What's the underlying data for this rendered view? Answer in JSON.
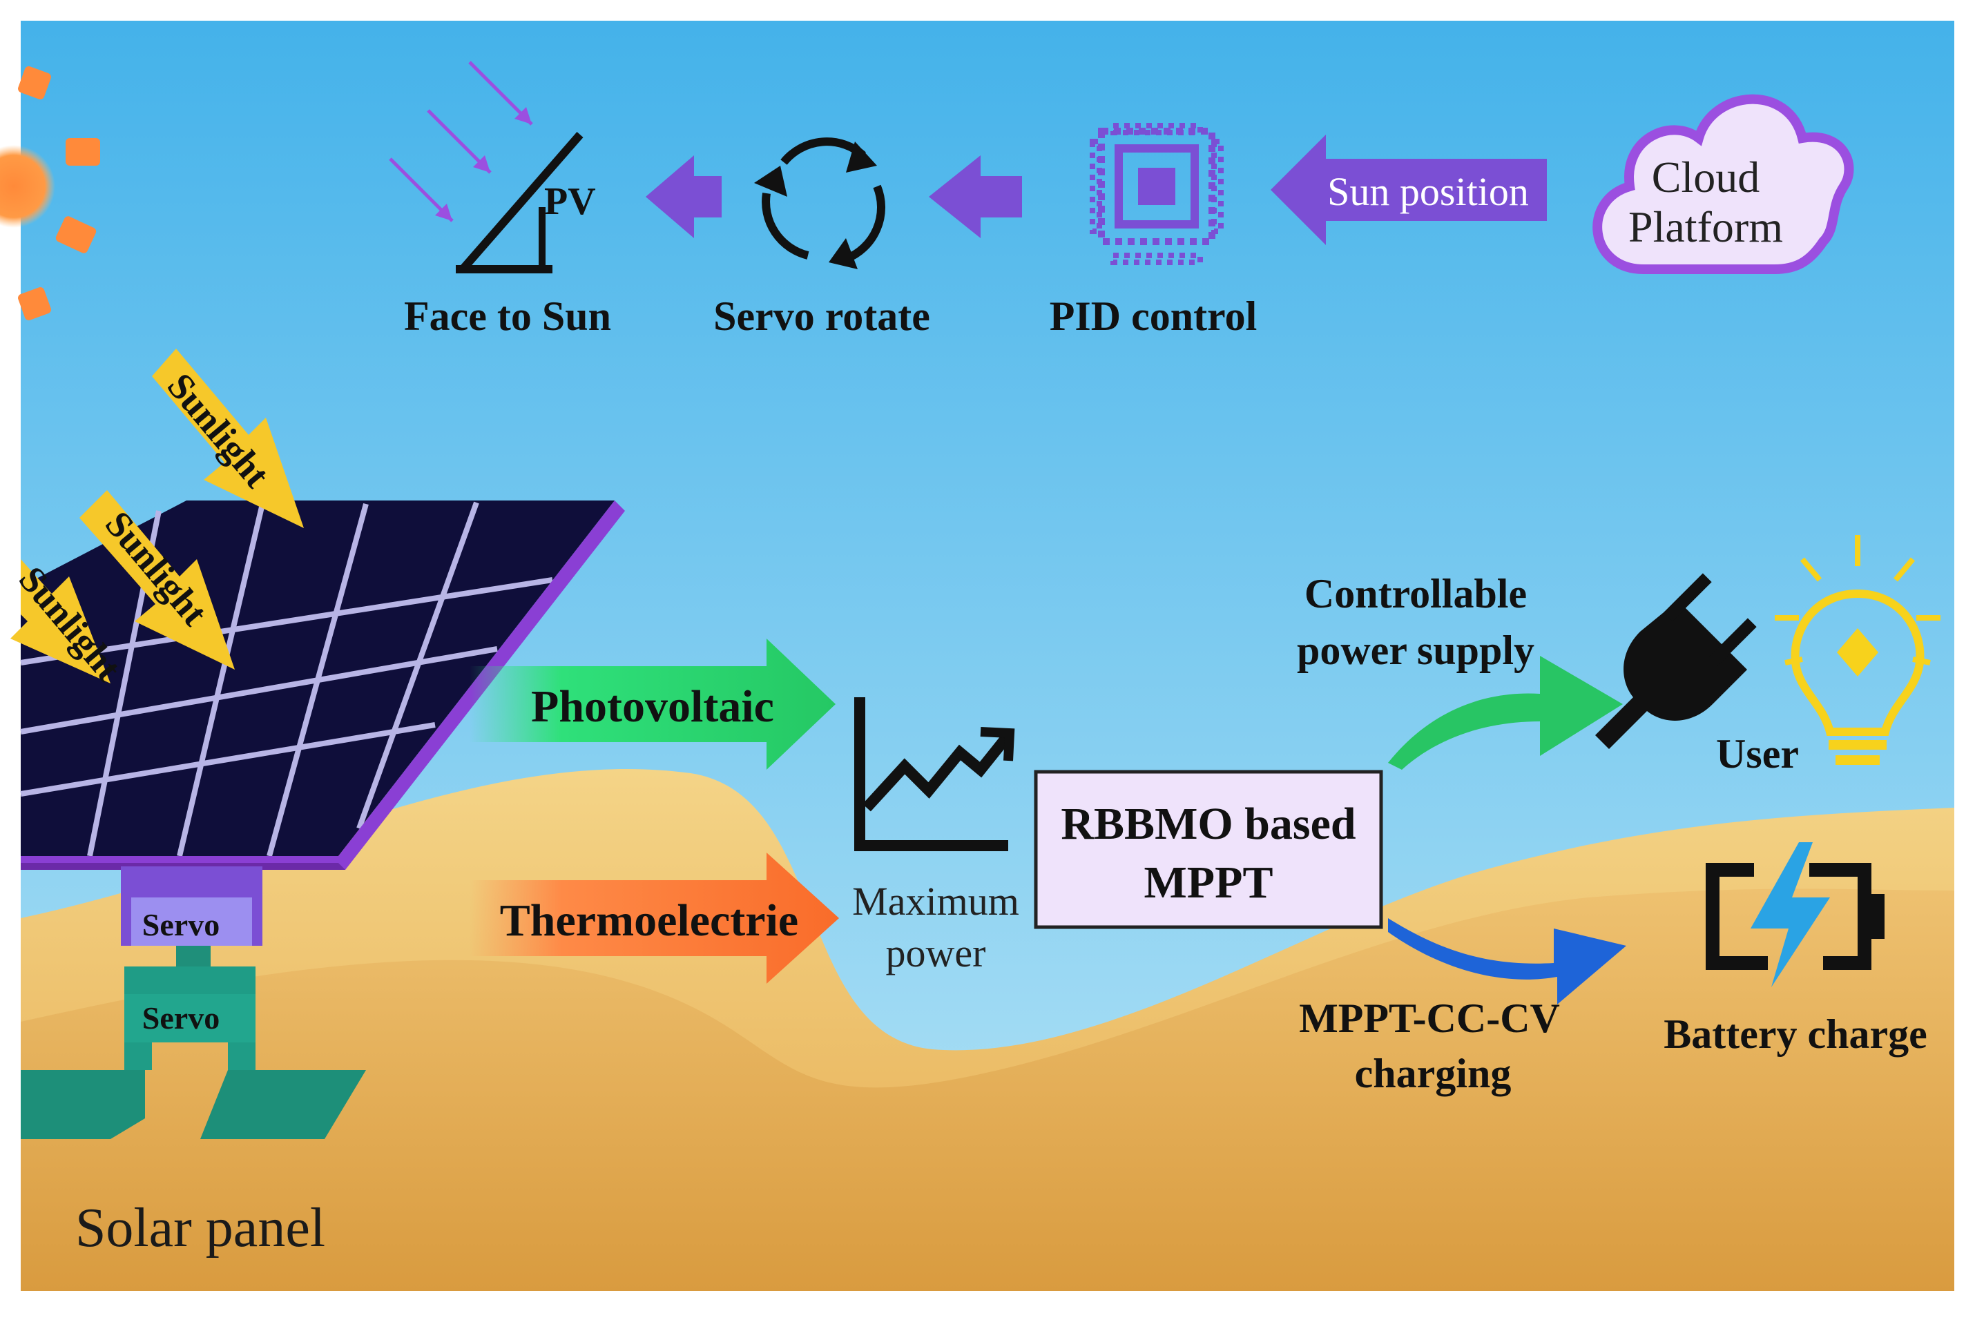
{
  "top_flow": {
    "pv_label": "PV",
    "face_to_sun": "Face to Sun",
    "servo_rotate": "Servo rotate",
    "pid_control": "PID control",
    "sun_position": "Sun position",
    "cloud_line1": "Cloud",
    "cloud_line2": "Platform"
  },
  "panel": {
    "sunlight_labels": [
      "Sunlight",
      "Sunlight",
      "Sunlight"
    ],
    "servo_upper": "Servo",
    "servo_lower": "Servo",
    "caption": "Solar panel"
  },
  "energy": {
    "photovoltaic": "Photovoltaic",
    "thermoelectric": "Thermoelectrie",
    "maximum_line1": "Maximum",
    "maximum_line2": "power",
    "mppt_line1": "RBBMO based",
    "mppt_line2": "MPPT"
  },
  "outputs": {
    "controllable_line1": "Controllable",
    "controllable_line2": "power supply",
    "user": "User",
    "charging_line1": "MPPT-CC-CV",
    "charging_line2": "charging",
    "battery": "Battery charge"
  },
  "colors": {
    "sky_top": "#46b4ea",
    "sky_bottom": "#a9dff4",
    "sand": "#e8b45a",
    "purple_arrow": "#7b4fd4",
    "green_arrow": "#2ecf6e",
    "orange_arrow": "#fb7d3a",
    "blue_arrow": "#1e64d8",
    "bulb_yellow": "#f7d21c",
    "battery_bolt": "#2aa3e4"
  },
  "icons": [
    "sun-icon",
    "pv-panel-icon",
    "refresh-icon",
    "chip-icon",
    "cloud-icon",
    "chart-icon",
    "plug-icon",
    "bulb-icon",
    "battery-icon"
  ]
}
